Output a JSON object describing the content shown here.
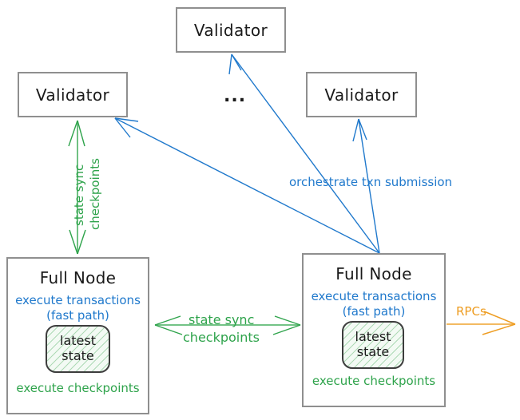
{
  "diagram": {
    "title": "Sui network architecture: validators and full nodes",
    "colors": {
      "blue": "#2079cc",
      "green": "#2ea34b",
      "orange": "#ee9d22",
      "box_border": "#8f8f8f",
      "state_border": "#3d3d3d",
      "text": "#1a1a1a",
      "background": "#ffffff"
    }
  },
  "validators": [
    {
      "id": "validator-top",
      "label": "Validator"
    },
    {
      "id": "validator-left",
      "label": "Validator"
    },
    {
      "id": "validator-right",
      "label": "Validator"
    }
  ],
  "ellipsis": "...",
  "full_nodes": [
    {
      "id": "full-node-left",
      "title": "Full Node",
      "blue_line_1": "execute transactions",
      "blue_line_2": "(fast path)",
      "state_line_1": "latest",
      "state_line_2": "state",
      "green_label": "execute checkpoints"
    },
    {
      "id": "full-node-right",
      "title": "Full Node",
      "blue_line_1": "execute transactions",
      "blue_line_2": "(fast path)",
      "state_line_1": "latest",
      "state_line_2": "state",
      "green_label": "execute checkpoints"
    }
  ],
  "edge_labels": {
    "orchestrate": "orchestrate txn submission",
    "state_sync_vertical_line_1": "state sync",
    "state_sync_vertical_line_2": "checkpoints",
    "state_sync_horizontal_line_1": "state sync",
    "state_sync_horizontal_line_2": "checkpoints",
    "rpcs": "RPCs"
  }
}
